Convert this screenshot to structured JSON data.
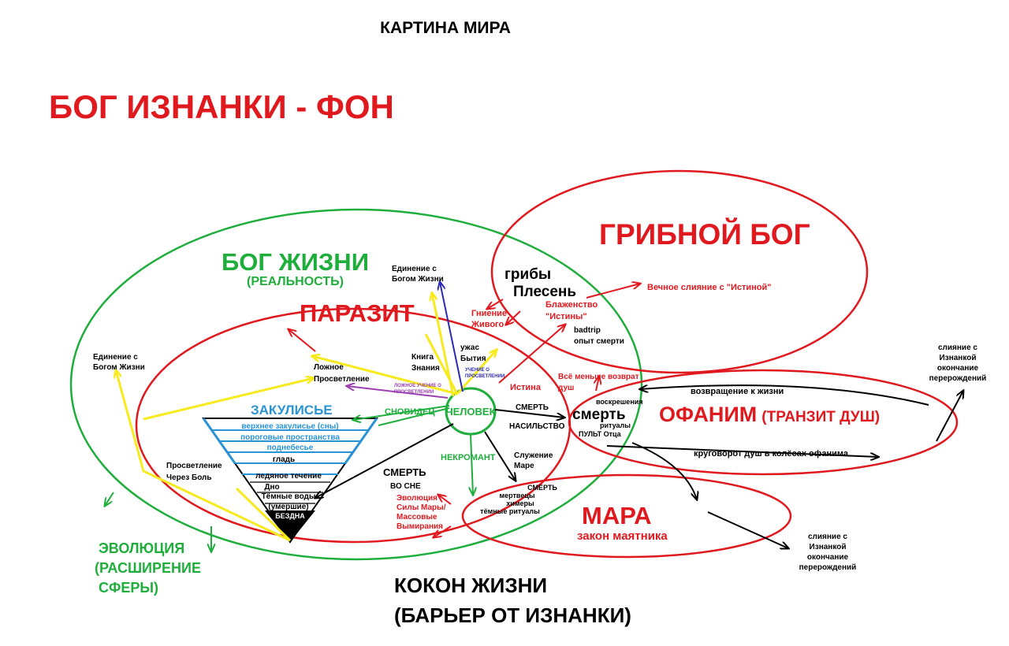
{
  "colors": {
    "black": "#000000",
    "red": "#e0191f",
    "green": "#1fae3c",
    "yellow": "#f7ea1e",
    "blue": "#2a93d5",
    "darkblue": "#2b2bb5",
    "purple": "#9b3fb0",
    "white": "#ffffff"
  },
  "title": "КАРТИНА МИРА",
  "headline": "БОГ ИЗНАНКИ - ФОН",
  "zones": {
    "bog_zhizni": {
      "title": "БОГ ЖИЗНИ",
      "subtitle": "(РЕАЛЬНОСТЬ)"
    },
    "parazit": {
      "title": "ПАРАЗИТ"
    },
    "gribnoy_bog": {
      "title": "ГРИБНОЙ БОГ",
      "line1": "грибы",
      "line2": "Плесень"
    },
    "ofanim": {
      "title": "ОФАНИМ",
      "subtitle": "(ТРАНЗИТ ДУШ)"
    },
    "mara": {
      "title": "МАРА",
      "subtitle": "закон маятника"
    },
    "zakulise": {
      "title": "ЗАКУЛИСЬЕ"
    }
  },
  "center": "ЧЕЛОВЕК",
  "zakulise_layers": [
    "верхнее закулисье (сны)",
    "пороговые пространства",
    "поднебесье",
    "гладь",
    "ледяное течение",
    "Дно",
    "Тёмные воды",
    "(умершие)",
    "БЕЗДНА"
  ],
  "labels": {
    "edinenie_top": [
      "Единение с",
      "Богом Жизни"
    ],
    "edinenie_left": [
      "Единение с",
      "Богом Жизни"
    ],
    "lozhnoe_prosvetlenie": [
      "Ложное",
      "Просветление"
    ],
    "kniga": [
      "Книга",
      "Знания"
    ],
    "uzhas": [
      "ужас",
      "Бытия"
    ],
    "uchenie": [
      "УЧЕНИЕ О",
      "ПРОСВЕТЛЕНИИ"
    ],
    "lozhnoe_uchenie": [
      "ЛОЖНОЕ УЧЕНИЕ О",
      "ПРОСВЕТЛЕНИИ"
    ],
    "gnienie": [
      "Гниение",
      "Живого"
    ],
    "blazhenstvo": [
      "Блаженство",
      "\"Истины\""
    ],
    "vechnoe": "Вечное слияние с \"Истиной\"",
    "badtrip": [
      "badtrip",
      "опыт смерти"
    ],
    "istina": "Истина",
    "vse_menshe": [
      "Всё меньше возврат",
      "душ"
    ],
    "snovidec": "СНОВИДЕЦ",
    "smert_nasilstvo": [
      "СМЕРТЬ",
      "НАСИЛЬСТВО"
    ],
    "smert_big": "смерть",
    "voskresheniya": "воскрешения",
    "rituali": [
      "ритуалы",
      "ПУЛЬТ Отца"
    ],
    "vozvrashchenie": "возвращение к жизни",
    "krugovorot": "круговорот душ в колёсах офанима",
    "sliyanie_top": [
      "слияние с",
      "Изнанкой",
      "окончание",
      "перерождений"
    ],
    "sliyanie_bottom": [
      "слияние с",
      "Изнанкой",
      "окончание",
      "перерождений"
    ],
    "nekromant": "НЕКРОМАНТ",
    "sluzhenie": [
      "Служение",
      "Маре"
    ],
    "smert_mertvecy": [
      "СМЕРТЬ",
      "мертвецы",
      "химеры",
      "тёмные ритуалы"
    ],
    "evolyuciya_mary": [
      "Эволюция",
      "Силы Мары/",
      "Массовые",
      "Вымирания"
    ],
    "smert_vo_sne": [
      "СМЕРТЬ",
      "ВО СНЕ"
    ],
    "prosvetlenie_bol": [
      "Просветление",
      "Через Боль"
    ],
    "evolyuciya": [
      "ЭВОЛЮЦИЯ",
      "(РАСШИРЕНИЕ",
      "СФЕРЫ)"
    ],
    "kokon": [
      "КОКОН ЖИЗНИ",
      "(БАРЬЕР ОТ ИЗНАНКИ)"
    ]
  }
}
